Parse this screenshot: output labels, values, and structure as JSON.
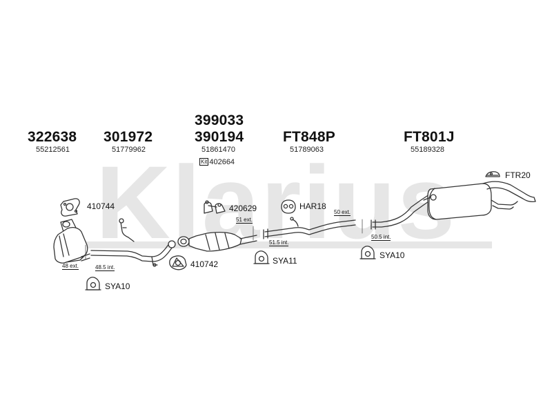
{
  "watermark": {
    "text": "Klarius"
  },
  "sections": [
    {
      "part_numbers": [
        "322638"
      ],
      "oe_number": "55212561"
    },
    {
      "part_numbers": [
        "301972"
      ],
      "oe_number": "51779962"
    },
    {
      "part_numbers": [
        "399033",
        "390194"
      ],
      "oe_number": "51861470"
    },
    {
      "part_numbers": [
        "FT848P"
      ],
      "oe_number": "51789063"
    },
    {
      "part_numbers": [
        "FT801J"
      ],
      "oe_number": "55189328"
    }
  ],
  "kit": {
    "badge": "Kit",
    "number": "402664"
  },
  "fittings": {
    "gasket_410744": "410744",
    "clamp_420629": "420629",
    "hanger_har18": "HAR18",
    "hanger_ftr20": "FTR20",
    "gasket_410742": "410742",
    "clamp_sya11": "SYA11",
    "clamp_sya10_right": "SYA10",
    "clamp_sya10_left": "SYA10"
  },
  "extensions": {
    "e48": "48 ext.",
    "e485": "48.5 int.",
    "e51": "51 ext.",
    "e515": "51.5 int.",
    "e50": "50 ext.",
    "e505": "50.5 int."
  }
}
